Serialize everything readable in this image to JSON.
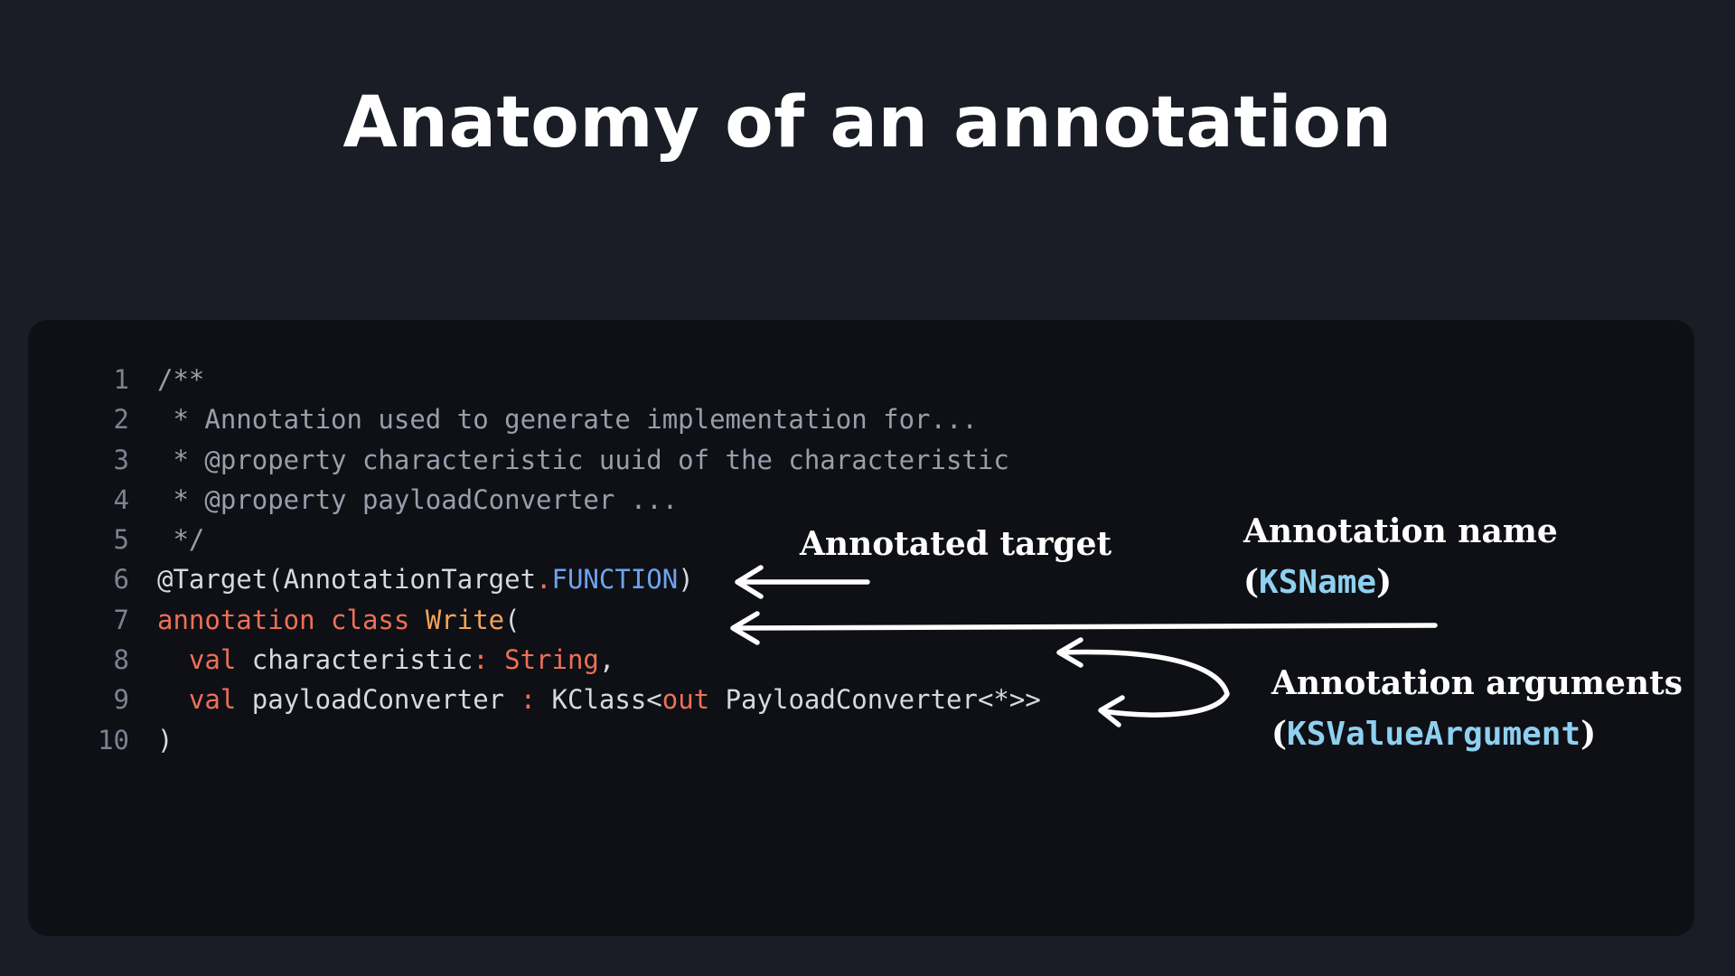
{
  "title": "Anatomy of an annotation",
  "code": {
    "lines": [
      {
        "num": "1",
        "tokens": [
          {
            "t": "/**",
            "c": "comment"
          }
        ]
      },
      {
        "num": "2",
        "tokens": [
          {
            "t": " * Annotation used to generate implementation for...",
            "c": "comment"
          }
        ]
      },
      {
        "num": "3",
        "tokens": [
          {
            "t": " * @property characteristic uuid of the characteristic",
            "c": "comment"
          }
        ]
      },
      {
        "num": "4",
        "tokens": [
          {
            "t": " * @property payloadConverter ...",
            "c": "comment"
          }
        ]
      },
      {
        "num": "5",
        "tokens": [
          {
            "t": " */",
            "c": "comment"
          }
        ]
      },
      {
        "num": "6",
        "tokens": [
          {
            "t": "@Target(AnnotationTarget",
            "c": "plain"
          },
          {
            "t": ".",
            "c": "keyword"
          },
          {
            "t": "FUNCTION",
            "c": "const"
          },
          {
            "t": ")",
            "c": "plain"
          }
        ]
      },
      {
        "num": "7",
        "tokens": [
          {
            "t": "annotation class ",
            "c": "keyword"
          },
          {
            "t": "Write",
            "c": "class"
          },
          {
            "t": "(",
            "c": "plain"
          }
        ]
      },
      {
        "num": "8",
        "tokens": [
          {
            "t": "  ",
            "c": "plain"
          },
          {
            "t": "val",
            "c": "keyword"
          },
          {
            "t": " characteristic",
            "c": "plain"
          },
          {
            "t": ": String",
            "c": "keyword"
          },
          {
            "t": ",",
            "c": "plain"
          }
        ]
      },
      {
        "num": "9",
        "tokens": [
          {
            "t": "  ",
            "c": "plain"
          },
          {
            "t": "val",
            "c": "keyword"
          },
          {
            "t": " payloadConverter ",
            "c": "plain"
          },
          {
            "t": ":",
            "c": "keyword"
          },
          {
            "t": " KClass<",
            "c": "plain"
          },
          {
            "t": "out",
            "c": "keyword"
          },
          {
            "t": " PayloadConverter<*>>",
            "c": "plain"
          }
        ]
      },
      {
        "num": "10",
        "tokens": [
          {
            "t": ")",
            "c": "plain"
          }
        ]
      }
    ]
  },
  "annotations": {
    "target": {
      "label": "Annotated target"
    },
    "name": {
      "label": "Annotation name",
      "open": "(",
      "type": "KSName",
      "close": ")"
    },
    "arguments": {
      "label": "Annotation arguments",
      "open": "(",
      "type": "KSValueArgument",
      "close": ")"
    }
  },
  "colors": {
    "background": "#1a1d26",
    "panel": "#0e1016",
    "comment": "#9a9eab",
    "keyword": "#ee6f57",
    "class": "#f2a45a",
    "const": "#6fa3ec",
    "type_label": "#8fd0f0"
  },
  "icons": [
    "arrow-left-icon",
    "curved-double-arrow-icon"
  ]
}
